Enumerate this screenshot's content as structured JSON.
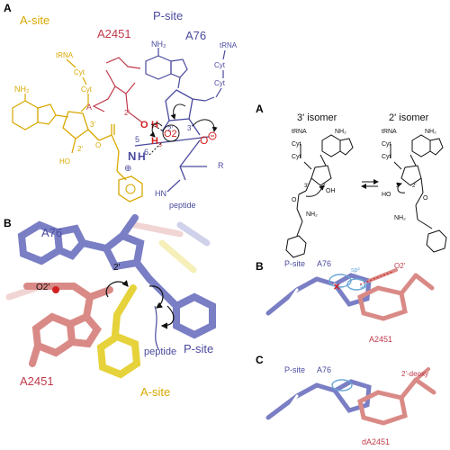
{
  "colors": {
    "a_site": "#d9a800",
    "p_site": "#4a4a9e",
    "a2451": "#c0394a",
    "red": "#d22020",
    "black": "#111111",
    "stick_blue": "#7a7ec4",
    "stick_salmon": "#d98a86",
    "stick_yellow": "#e6d23a"
  },
  "panelA": {
    "label": "A",
    "a_site": "A-site",
    "a2451": "A2451",
    "p_site": "P-site",
    "a76": "A76",
    "nh2_top": "NH₂",
    "nh2_left": "NH₂",
    "trna_a": "tRNA",
    "cyt_a1": "Cyt",
    "cyt_a2": "Cyt",
    "trna_p": "tRNA",
    "cyt_p1": "Cyt",
    "cyt_p2": "Cyt",
    "A_atom": "A",
    "two_prime_red": "2'",
    "O": "O",
    "H": "H",
    "three_prime_a": "3'",
    "two_prime_a": "2'",
    "three_prime_p": "3'",
    "two_prime_p": "2'",
    "O2": "O2",
    "H3": "H",
    "H3_sub": "3",
    "Ominus": "O",
    "num5": "5",
    "num6": "6",
    "N": "N",
    "Hn": "H",
    "plus": "⊕",
    "HN": "HN",
    "R": "R",
    "peptide": "peptide",
    "HO": "HO",
    "O_ester": "O"
  },
  "panelB": {
    "label": "B",
    "a76": "A76",
    "o2prime": "O2'",
    "two_prime": "2'",
    "a2451": "A2451",
    "peptide": "peptide",
    "p_site": "P-site",
    "a_site": "A-site"
  },
  "panelRightA": {
    "label": "A",
    "iso3": "3' isomer",
    "iso2": "2' isomer",
    "trna": "tRNA",
    "cyt": "Cyt",
    "nh2": "NH₂",
    "ho": "HO",
    "oh": "OH",
    "o": "O",
    "p3": "3'",
    "p2": "2'"
  },
  "panelRightB": {
    "label": "B",
    "p_site": "P-site",
    "a76": "A76",
    "sp2": "sp²",
    "sp3": "sp³",
    "o2p": "O2'",
    "a2451": "A2451"
  },
  "panelRightC": {
    "label": "C",
    "p_site": "P-site",
    "a76": "A76",
    "deoxy": "2'-deoxy",
    "da2451": "dA2451"
  }
}
